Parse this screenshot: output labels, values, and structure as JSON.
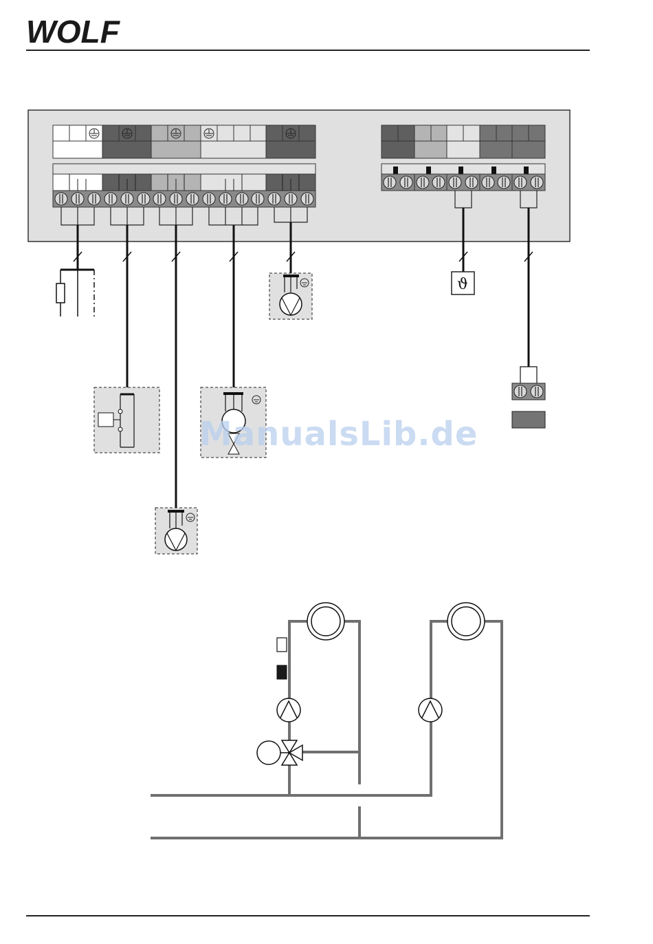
{
  "brand": {
    "logo_text": "WOLF"
  },
  "watermark": {
    "text": "ManualsLib.de"
  },
  "sensor": {
    "symbol": "ϑ"
  },
  "colors": {
    "dark": "#5f5f5f",
    "mid": "#b4b4b4",
    "light": "#e3e3e3",
    "panel": "#e0e0e0",
    "pipe": "#707070"
  }
}
